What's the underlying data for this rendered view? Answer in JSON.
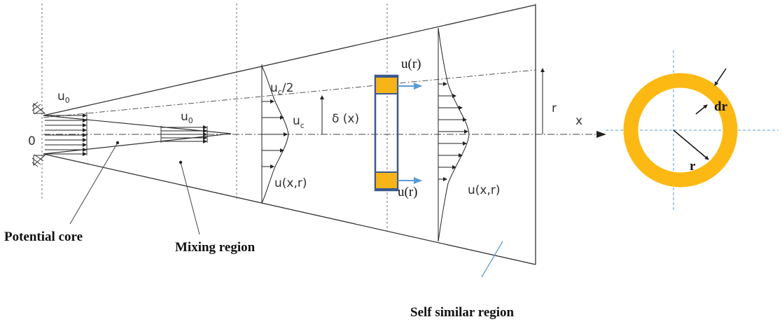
{
  "labels": {
    "u0_left": "u",
    "u0_left_sub": "0",
    "zero": "0",
    "u0_core": "u",
    "u0_core_sub": "0",
    "uc_half": "u",
    "uc_half_sub": "c",
    "uc_half_tail": "/2",
    "uc": "u",
    "uc_sub": "c",
    "delta": "δ (x)",
    "uxr_mix": "u(x,r)",
    "ur_top": "u(r)",
    "ur_bottom": "u(r)",
    "uxr_self": "u(x,r)",
    "r_axis": "r",
    "x_axis": "x",
    "dr": "dr",
    "r_ring": "r"
  },
  "captions": {
    "potential_core": "Potential core",
    "mixing_region": "Mixing region",
    "self_similar_region": "Self similar region"
  },
  "colors": {
    "ring": "#FDB913",
    "element_fill": "#F5B417",
    "element_stroke": "#3A5A8C",
    "flow_arrow": "#5B9BD5",
    "line": "#333333"
  }
}
